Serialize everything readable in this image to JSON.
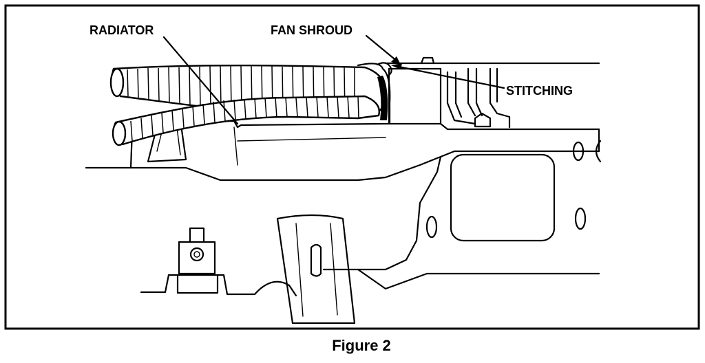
{
  "labels": {
    "radiator": "RADIATOR",
    "fan_shroud": "FAN SHROUD",
    "stitching": "STITCHING"
  },
  "caption": "Figure 2"
}
